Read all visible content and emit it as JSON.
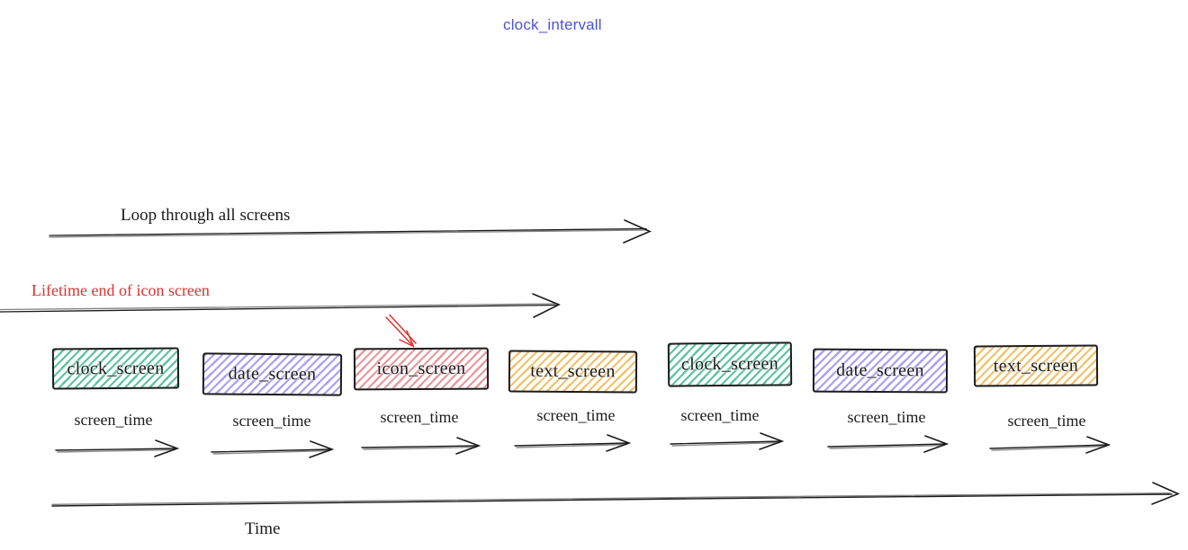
{
  "title": {
    "text": "clock_intervall",
    "color": "#4a54d6"
  },
  "colors": {
    "ink": "#1b1b1b",
    "red_accent": "#e0312f"
  },
  "annotations": {
    "loop_arrow_label": "Loop through all screens",
    "lifetime_arrow_label": "Lifetime end of icon screen",
    "time_axis_label": "Time",
    "screen_time_label": "screen_time"
  },
  "screens": [
    {
      "label": "clock_screen",
      "hatch": "#5bc49e"
    },
    {
      "label": "date_screen",
      "hatch": "#ab9ff0"
    },
    {
      "label": "icon_screen",
      "hatch": "#e8989c"
    },
    {
      "label": "text_screen",
      "hatch": "#f1c269"
    },
    {
      "label": "clock_screen",
      "hatch": "#5bc49e"
    },
    {
      "label": "date_screen",
      "hatch": "#ab9ff0"
    },
    {
      "label": "text_screen",
      "hatch": "#f1c269"
    }
  ]
}
